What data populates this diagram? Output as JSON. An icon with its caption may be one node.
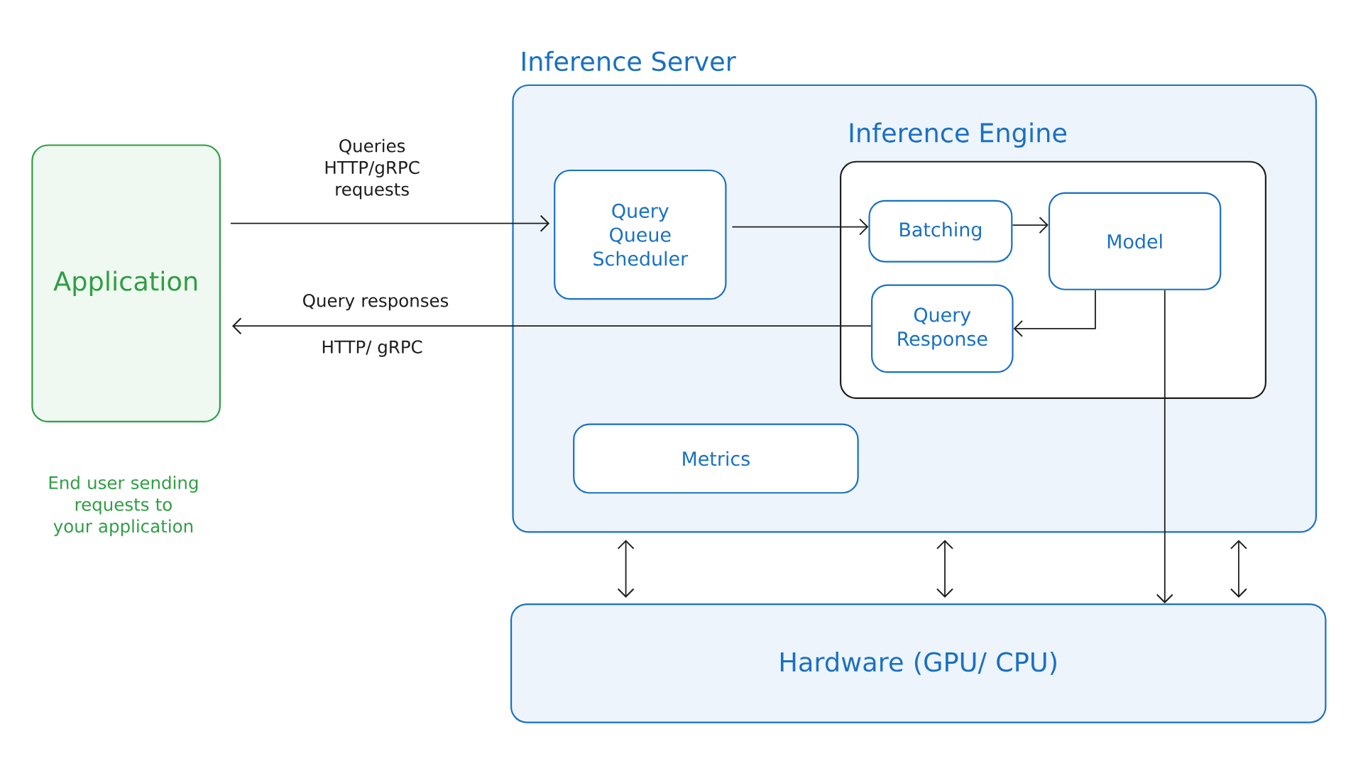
{
  "diagram": {
    "nodes": [
      {
        "text": [
          "Inference Server"
        ]
      },
      {
        "text": [
          "Application"
        ],
        "beside": [
          "End user sending requests to your application"
        ]
      },
      {
        "text": [
          "Query Queue Scheduler"
        ],
        "in": 0
      },
      {
        "text": [
          "Inference Engine"
        ],
        "in": 0
      },
      {
        "text": [
          "Batching"
        ],
        "in": 3
      },
      {
        "text": [
          "Model"
        ],
        "in": 3
      },
      {
        "text": [
          "Query Response"
        ],
        "in": 3
      },
      {
        "text": [
          "Metrics"
        ],
        "in": 0
      },
      {
        "text": [
          "Hardware (GPU/ CPU)"
        ]
      }
    ],
    "edges": [
      {
        "from": 1,
        "to": 2,
        "arrow": "to",
        "label": "Queries HTTP/gRPC requests"
      },
      {
        "from": 2,
        "to": 4,
        "arrow": "to"
      },
      {
        "from": 4,
        "to": 5,
        "arrow": "to"
      },
      {
        "from": 5,
        "to": 6,
        "arrow": "to"
      },
      {
        "from": 6,
        "to": 1,
        "arrow": "to",
        "label": "Query responses"
      },
      {
        "from": 5,
        "to": 8,
        "arrow": "to"
      },
      {
        "from": 0,
        "to": 8,
        "arrow": "both"
      },
      {
        "from": 0,
        "to": 8,
        "arrow": "both"
      },
      {
        "from": 0,
        "to": 8,
        "arrow": "both"
      }
    ],
    "labels": [
      "HTTP/ gRPC"
    ]
  }
}
